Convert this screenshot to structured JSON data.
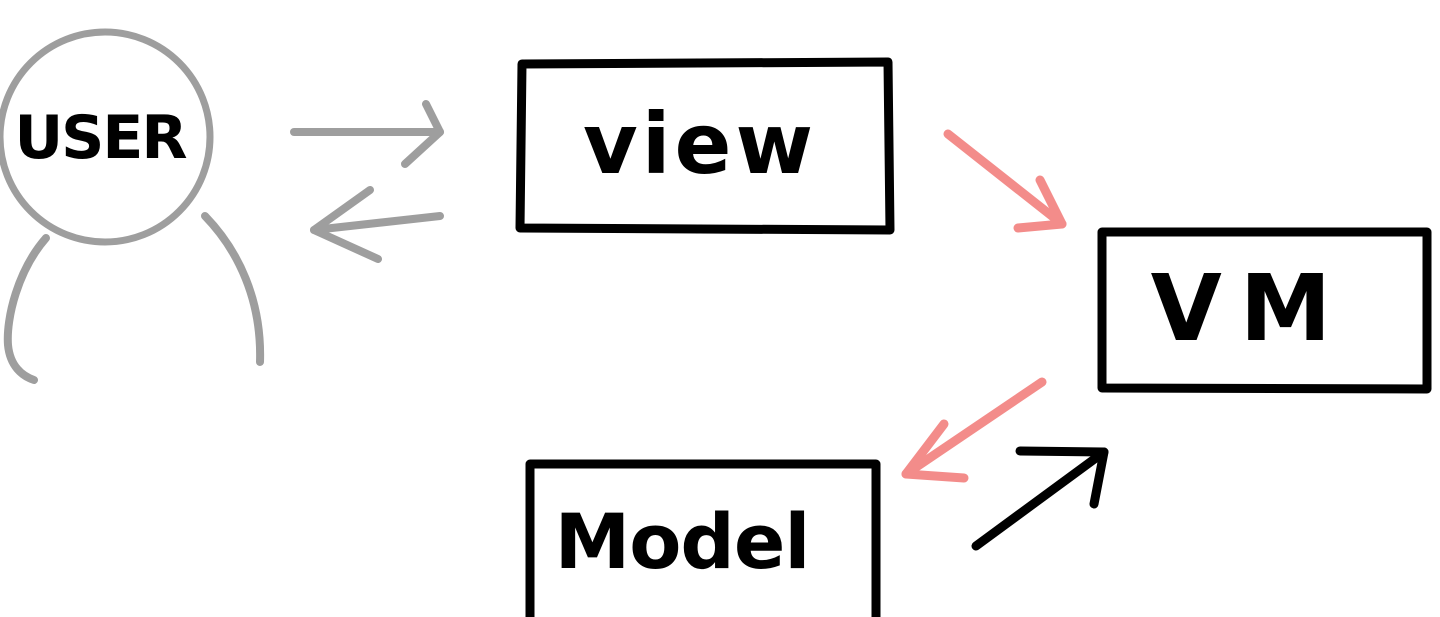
{
  "nodes": {
    "user": {
      "label": "USER"
    },
    "view": {
      "label": "view"
    },
    "vm": {
      "label": "VM"
    },
    "model": {
      "label": "Model"
    }
  },
  "colors": {
    "ink": "#000000",
    "user_gray": "#9e9e9e",
    "accent_pink": "#f38c8a",
    "background": "#ffffff"
  },
  "edges": [
    {
      "from": "user",
      "to": "view",
      "color": "user_gray"
    },
    {
      "from": "view",
      "to": "user",
      "color": "user_gray"
    },
    {
      "from": "view",
      "to": "vm",
      "color": "accent_pink"
    },
    {
      "from": "vm",
      "to": "model",
      "color": "accent_pink"
    },
    {
      "from": "model",
      "to": "vm",
      "color": "ink"
    }
  ]
}
